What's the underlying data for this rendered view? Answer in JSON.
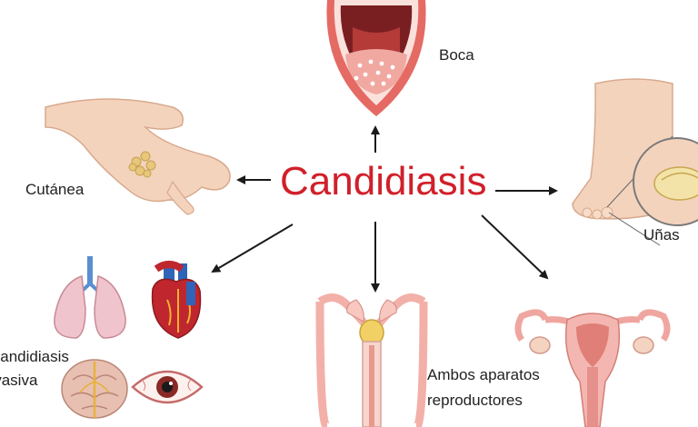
{
  "title": "Candidiasis",
  "colors": {
    "title": "#d1202a",
    "arrow": "#1a1a1a",
    "label": "#222222",
    "skin": "#f4d3bd",
    "mouth": "#e46a63"
  },
  "labels": {
    "boca": "Boca",
    "cutanea": "Cutánea",
    "unas": "Uñas",
    "invasiva_line1": "Candidiasis",
    "invasiva_line2": "invasiva",
    "reproductores_line1": "Ambos aparatos",
    "reproductores_line2": "reproductores"
  },
  "icons": [
    "mouth-icon",
    "hand-icon",
    "foot-icon",
    "lungs-icon",
    "heart-icon",
    "brain-icon",
    "eye-icon",
    "male-reproductive-icon",
    "female-reproductive-icon"
  ]
}
